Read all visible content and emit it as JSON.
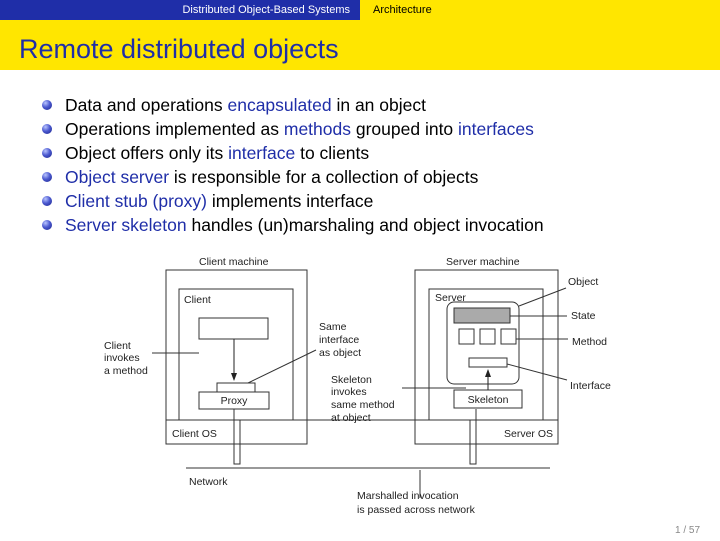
{
  "nav": {
    "section": "Distributed Object-Based Systems",
    "subsection": "Architecture"
  },
  "title": "Remote distributed objects",
  "bullets": [
    {
      "parts": [
        {
          "text": "Data and operations ",
          "hl": false
        },
        {
          "text": "encapsulated",
          "hl": true
        },
        {
          "text": " in an object",
          "hl": false
        }
      ]
    },
    {
      "parts": [
        {
          "text": "Operations implemented as ",
          "hl": false
        },
        {
          "text": "methods",
          "hl": true
        },
        {
          "text": " grouped into ",
          "hl": false
        },
        {
          "text": "interfaces",
          "hl": true
        }
      ]
    },
    {
      "parts": [
        {
          "text": "Object offers only its ",
          "hl": false
        },
        {
          "text": "interface",
          "hl": true
        },
        {
          "text": " to clients",
          "hl": false
        }
      ]
    },
    {
      "parts": [
        {
          "text": "Object server",
          "hl": true
        },
        {
          "text": " is responsible for a collection of objects",
          "hl": false
        }
      ]
    },
    {
      "parts": [
        {
          "text": "Client stub (proxy)",
          "hl": true
        },
        {
          "text": " implements interface",
          "hl": false
        }
      ]
    },
    {
      "parts": [
        {
          "text": "Server skeleton",
          "hl": true
        },
        {
          "text": " handles (un)marshaling and object invocation",
          "hl": false
        }
      ]
    }
  ],
  "diagram": {
    "client_machine": "Client machine",
    "server_machine": "Server machine",
    "client": "Client",
    "server": "Server",
    "proxy": "Proxy",
    "skeleton": "Skeleton",
    "client_os": "Client OS",
    "server_os": "Server OS",
    "network": "Network",
    "object": "Object",
    "state": "State",
    "method": "Method",
    "interface": "Interface",
    "client_invokes": [
      "Client",
      "invokes",
      "a method"
    ],
    "same_interface": [
      "Same",
      "interface",
      "as object"
    ],
    "skeleton_invokes": [
      "Skeleton",
      "invokes",
      "same method",
      "at object"
    ],
    "marshalled": [
      "Marshalled invocation",
      "is passed across network"
    ]
  },
  "page": "1 / 57",
  "colors": {
    "accent_blue": "#1f2ea8",
    "header_yellow": "#ffe600",
    "state_gray": "#aaaaaa"
  }
}
